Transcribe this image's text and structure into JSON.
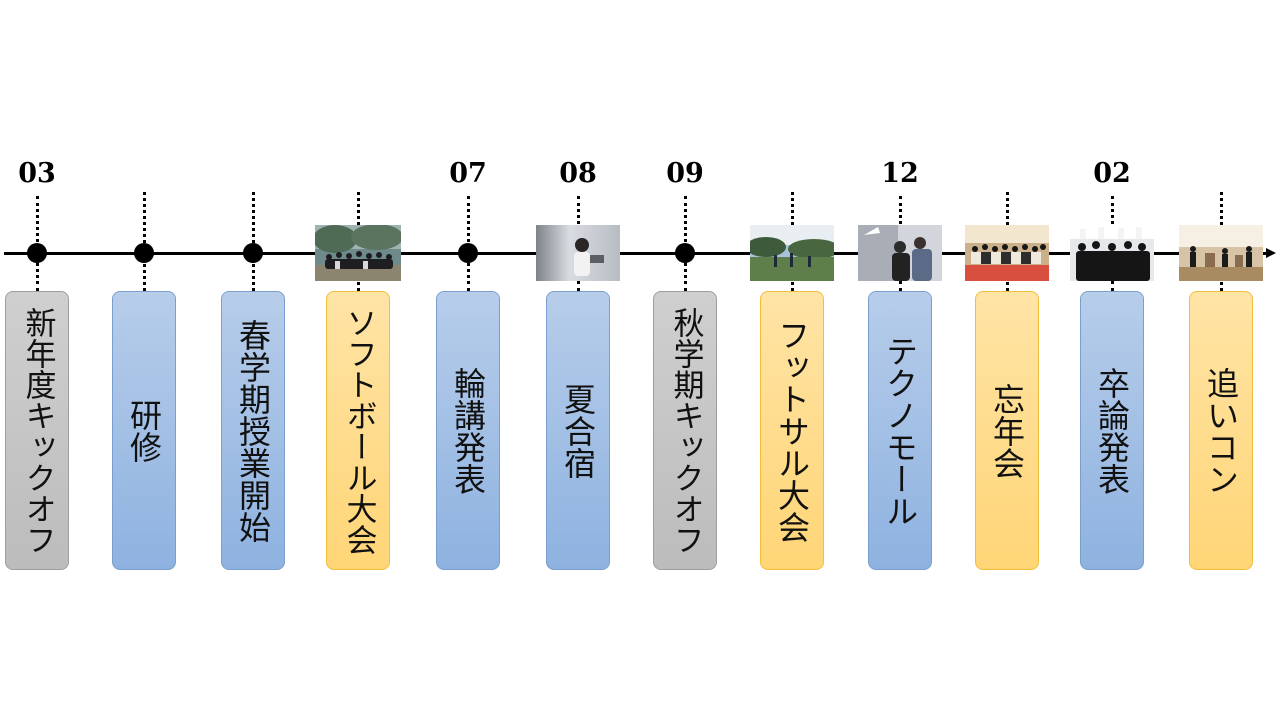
{
  "timeline": {
    "events": [
      {
        "label": "新年度キックオフ",
        "month": "03",
        "color": "gray",
        "marker": "dot"
      },
      {
        "label": "研修",
        "month": "",
        "color": "blue",
        "marker": "dot"
      },
      {
        "label": "春学期授業開始",
        "month": "",
        "color": "blue",
        "marker": "dot"
      },
      {
        "label": "ソフトボール大会",
        "month": "",
        "color": "orange",
        "marker": "photo"
      },
      {
        "label": "輪講発表",
        "month": "07",
        "color": "blue",
        "marker": "dot"
      },
      {
        "label": "夏合宿",
        "month": "08",
        "color": "blue",
        "marker": "photo"
      },
      {
        "label": "秋学期キックオフ",
        "month": "09",
        "color": "gray",
        "marker": "dot"
      },
      {
        "label": "フットサル大会",
        "month": "",
        "color": "orange",
        "marker": "photo"
      },
      {
        "label": "テクノモール",
        "month": "12",
        "color": "blue",
        "marker": "photo"
      },
      {
        "label": "忘年会",
        "month": "",
        "color": "orange",
        "marker": "photo"
      },
      {
        "label": "卒論発表",
        "month": "02",
        "color": "blue",
        "marker": "photo"
      },
      {
        "label": "追いコン",
        "month": "",
        "color": "orange",
        "marker": "photo"
      }
    ],
    "colors": {
      "gray": "#c6c6c6",
      "blue": "#9dbce4",
      "orange": "#ffd98a",
      "line": "#000000"
    }
  }
}
